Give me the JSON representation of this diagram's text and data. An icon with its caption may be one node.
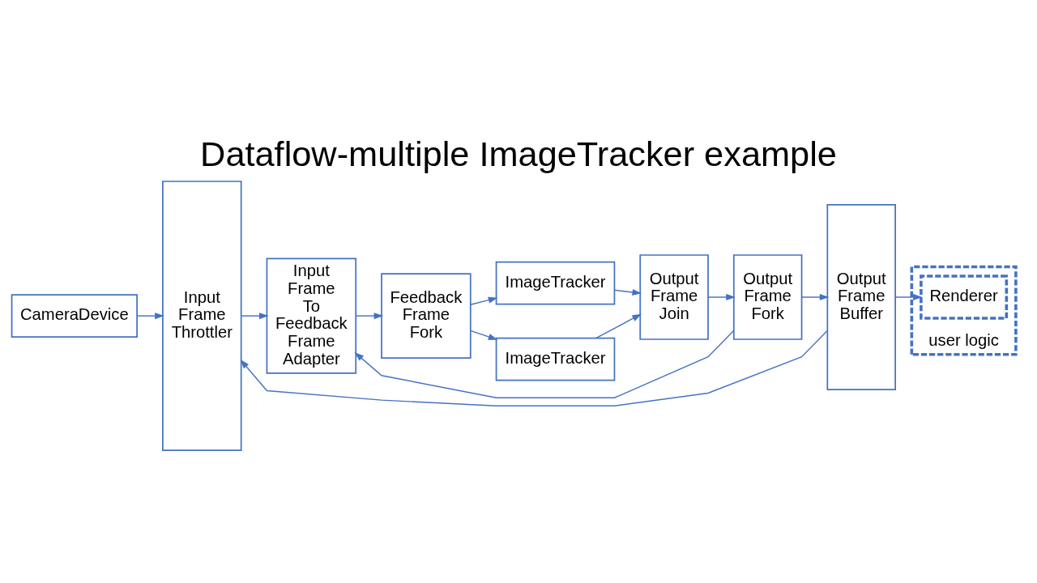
{
  "diagram": {
    "title": "Dataflow-multiple ImageTracker example",
    "nodes": [
      {
        "text": [
          "CameraDevice"
        ]
      },
      {
        "text": [
          "Input Frame Throttler"
        ]
      },
      {
        "text": [
          "Input Frame To Feedback Frame Adapter"
        ]
      },
      {
        "text": [
          "Feedback Frame Fork"
        ]
      },
      {
        "text": [
          "ImageTracker"
        ]
      },
      {
        "text": [
          "ImageTracker"
        ]
      },
      {
        "text": [
          "Output Frame Join"
        ]
      },
      {
        "text": [
          "Output Frame Fork"
        ]
      },
      {
        "text": [
          "Output Frame Buffer"
        ]
      },
      {
        "text": [
          "user logic"
        ]
      },
      {
        "text": [
          "Renderer"
        ],
        "in": 9
      }
    ],
    "edges": [
      {
        "from": 0,
        "to": 1,
        "arrow": "to"
      },
      {
        "from": 1,
        "to": 2,
        "arrow": "to"
      },
      {
        "from": 2,
        "to": 3,
        "arrow": "to"
      },
      {
        "from": 3,
        "to": 4,
        "arrow": "to"
      },
      {
        "from": 3,
        "to": 5,
        "arrow": "to"
      },
      {
        "from": 4,
        "to": 6,
        "arrow": "to"
      },
      {
        "from": 5,
        "to": 6,
        "arrow": "to"
      },
      {
        "from": 6,
        "to": 7,
        "arrow": "to"
      },
      {
        "from": 7,
        "to": 8,
        "arrow": "to"
      },
      {
        "from": 8,
        "to": 10,
        "arrow": "to"
      },
      {
        "from": 8,
        "to": 1,
        "arrow": "to"
      },
      {
        "from": 7,
        "to": 2,
        "arrow": "to"
      }
    ]
  }
}
